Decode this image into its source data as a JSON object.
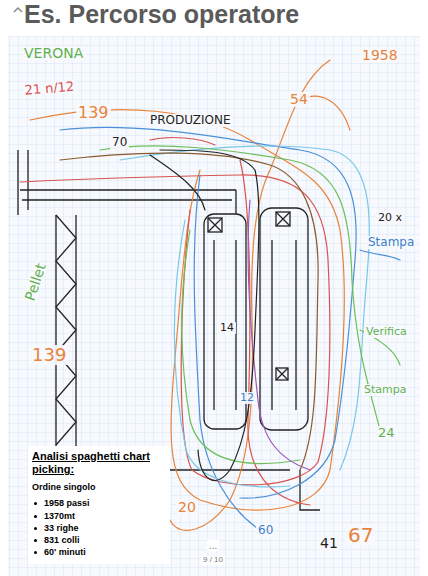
{
  "diagram": {
    "title": "Es. Percorso operatore",
    "nodes": [
      {
        "text": [
          "Analisi spaghetti chart picking:",
          "Ordine singolo",
          "1958 passi",
          "1370mt",
          "33 righe",
          "831 colli",
          "60' minuti"
        ]
      }
    ],
    "labels": [
      "VERONA",
      "21 n/12",
      "139",
      "PRODUZIONE",
      "70",
      "1958",
      "54",
      "Pellet",
      "139",
      "20 x",
      "Stampa",
      "Verifica",
      "Stampa",
      "24",
      "12",
      "14",
      "20",
      "60",
      "41",
      "67",
      "...",
      "9 / 10"
    ]
  }
}
